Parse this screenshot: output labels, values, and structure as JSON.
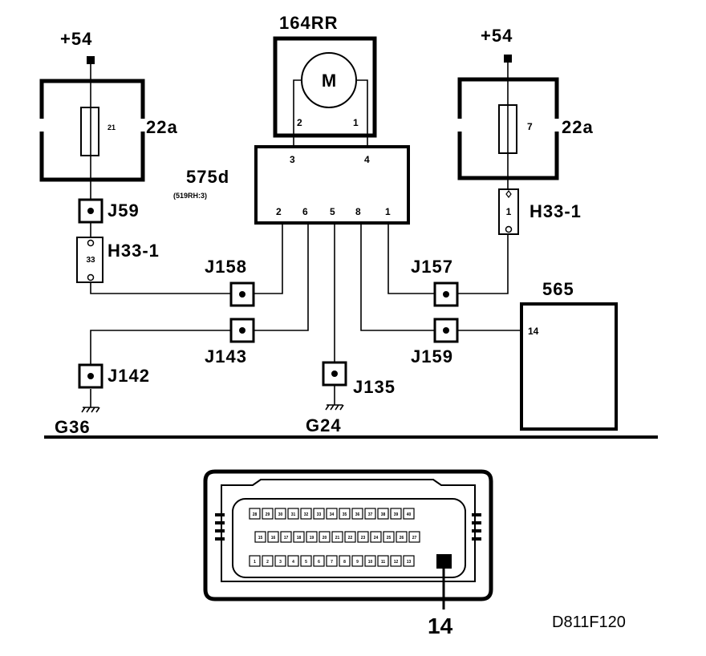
{
  "supplies": {
    "left": "+54",
    "right": "+54"
  },
  "fuse_boxes": {
    "left": {
      "name": "22a",
      "fuse": "21"
    },
    "right": {
      "name": "22a",
      "fuse": "7"
    }
  },
  "motor": {
    "name": "164RR",
    "symbol": "M",
    "pins": [
      "2",
      "1"
    ]
  },
  "module": {
    "name": "575d",
    "sub": "(519RH:3)",
    "top_pins": [
      "3",
      "4"
    ],
    "bottom_pins": [
      "2",
      "6",
      "5",
      "8",
      "1"
    ]
  },
  "connectors": {
    "h33_left": {
      "name": "H33-1",
      "pin": "33"
    },
    "h33_right": {
      "name": "H33-1",
      "pin": "1"
    }
  },
  "junctions": [
    "J59",
    "J158",
    "J143",
    "J142",
    "J135",
    "J157",
    "J159"
  ],
  "grounds": [
    "G36",
    "G24"
  ],
  "ecu": {
    "name": "565",
    "pin": "14"
  },
  "connector_view": {
    "highlight": "14",
    "row1": [
      "28",
      "29",
      "30",
      "31",
      "32",
      "33",
      "34",
      "35",
      "36",
      "37",
      "38",
      "39",
      "40"
    ],
    "row2": [
      "15",
      "16",
      "17",
      "18",
      "19",
      "20",
      "21",
      "22",
      "23",
      "24",
      "25",
      "26",
      "27"
    ],
    "row3": [
      "1",
      "2",
      "3",
      "4",
      "5",
      "6",
      "7",
      "8",
      "9",
      "10",
      "11",
      "12",
      "13"
    ]
  },
  "figure_code": "D811F120"
}
